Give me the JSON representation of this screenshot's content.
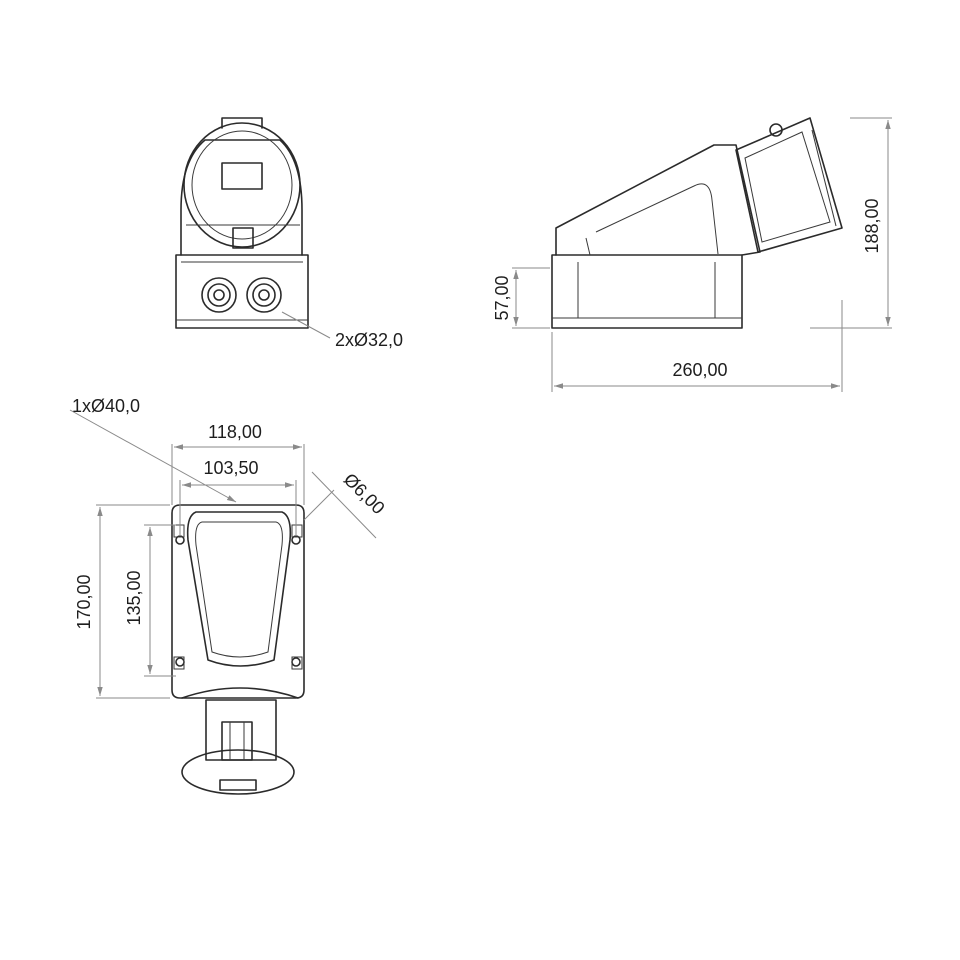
{
  "dimensions": {
    "cable_entries": "2xØ32,0",
    "side_height_total": "188,00",
    "side_base_height": "57,00",
    "side_length": "260,00",
    "top_entry": "1xØ40,0",
    "width_outer": "118,00",
    "width_holes": "103,50",
    "hole_diameter": "Ø6,00",
    "height_outer": "170,00",
    "height_holes": "135,00"
  }
}
